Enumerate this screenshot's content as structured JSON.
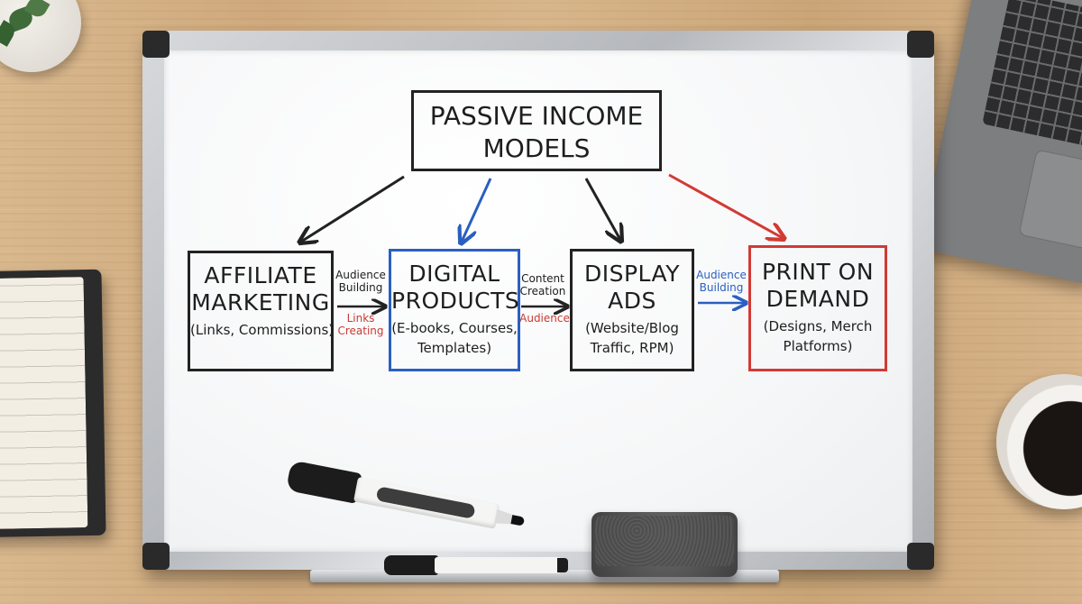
{
  "diagram": {
    "root": {
      "line1": "PASSIVE INCOME",
      "line2": "MODELS"
    },
    "nodes": [
      {
        "id": "affiliate",
        "title1": "AFFILIATE",
        "title2": "MARKETING",
        "sub1": "(Links, Commissions)",
        "sub2": ""
      },
      {
        "id": "digital",
        "title1": "DIGITAL",
        "title2": "PRODUCTS",
        "sub1": "(E-books, Courses,",
        "sub2": "Templates)"
      },
      {
        "id": "display",
        "title1": "DISPLAY",
        "title2": "ADS",
        "sub1": "(Website/Blog",
        "sub2": "Traffic, RPM)"
      },
      {
        "id": "pod",
        "title1": "PRINT ON",
        "title2": "DEMAND",
        "sub1": "(Designs, Merch",
        "sub2": "Platforms)"
      }
    ],
    "edge_labels": {
      "e1_top": "Audience\nBuilding",
      "e1_bottom": "Links\nCreating",
      "e2_top": "Content\nCreation",
      "e2_bottom": "Audience",
      "e3_top": "Audience\nBuilding"
    },
    "colors": {
      "ink_black": "#222222",
      "ink_blue": "#2a5fc0",
      "ink_red": "#d23a34"
    }
  },
  "scene": {
    "icons": [
      "plant-icon",
      "notebook-icon",
      "laptop-icon",
      "coffee-mug-icon",
      "marker-icon",
      "eraser-icon"
    ]
  }
}
